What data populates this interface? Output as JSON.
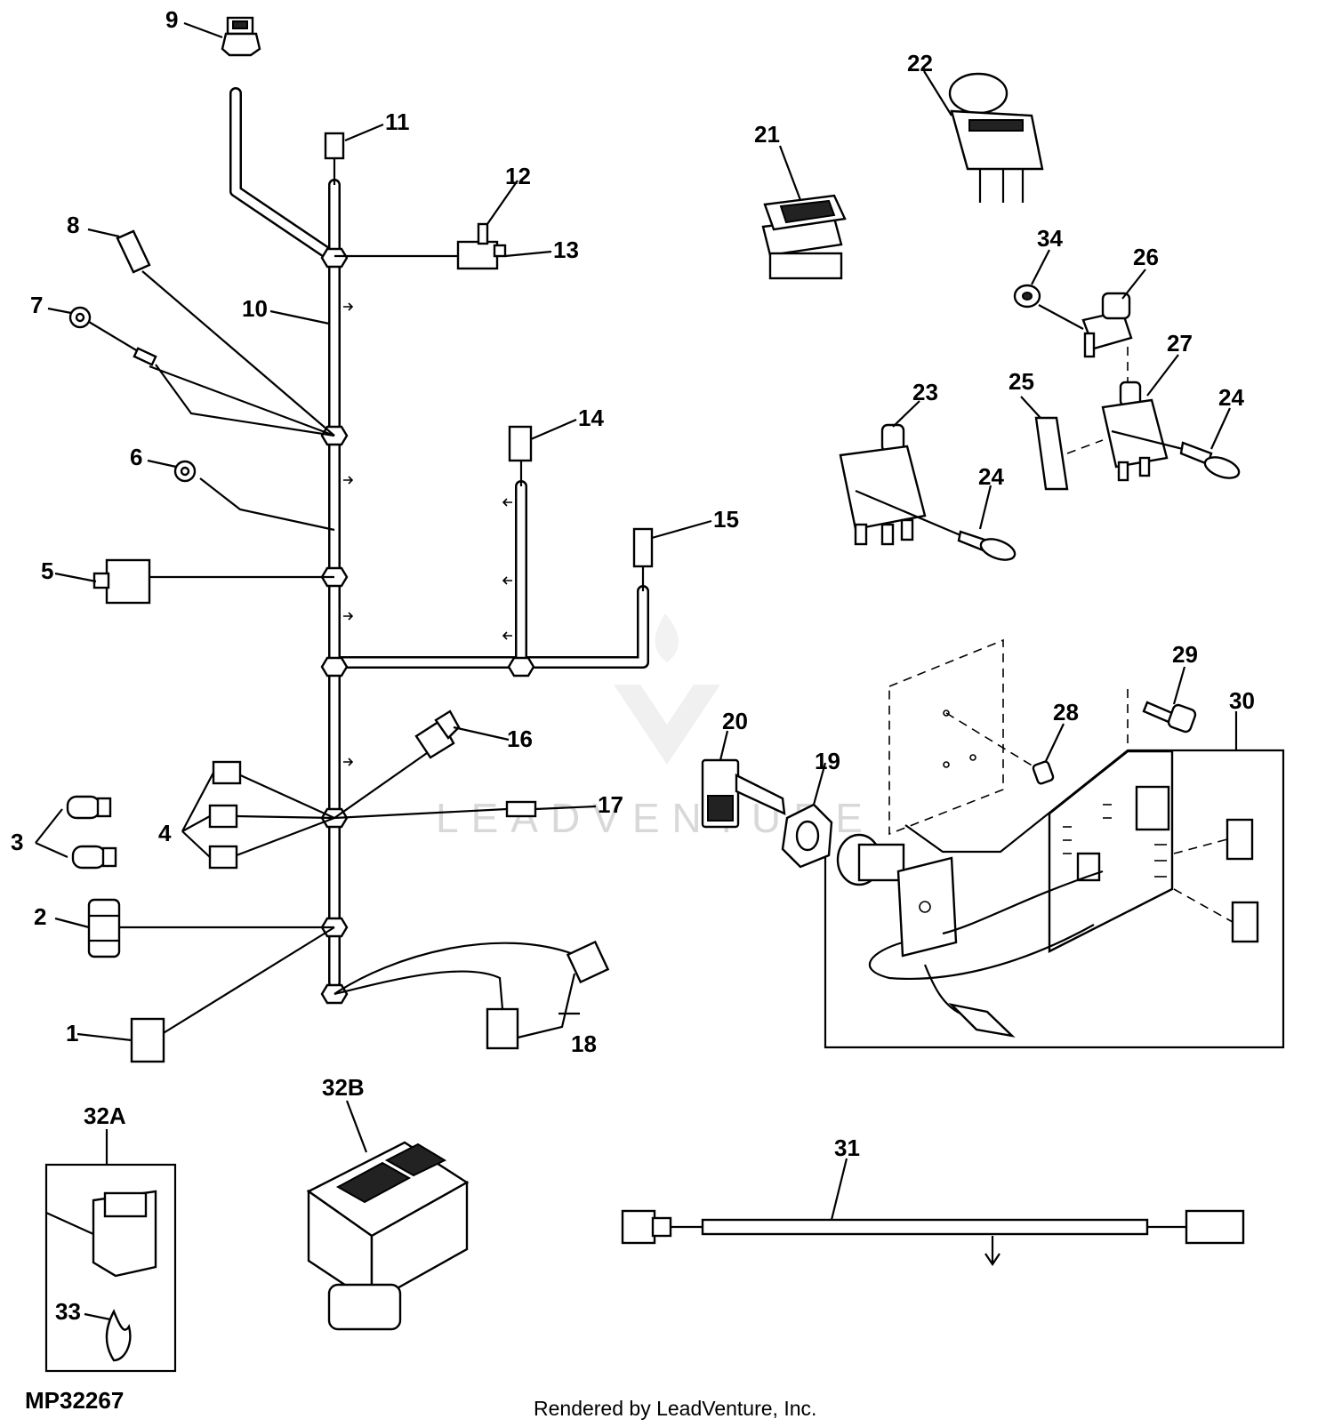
{
  "diagram": {
    "drawing_code": "MP32267",
    "credit": "Rendered by LeadVenture, Inc.",
    "watermark": "LEADVENTURE",
    "callouts": {
      "c1": "1",
      "c2": "2",
      "c3": "3",
      "c4": "4",
      "c5": "5",
      "c6": "6",
      "c7": "7",
      "c8": "8",
      "c9": "9",
      "c10": "10",
      "c11": "11",
      "c12": "12",
      "c13": "13",
      "c14": "14",
      "c15": "15",
      "c16": "16",
      "c17": "17",
      "c18": "18",
      "c19": "19",
      "c20": "20",
      "c21": "21",
      "c22": "22",
      "c23": "23",
      "c24a": "24",
      "c24b": "24",
      "c25": "25",
      "c26": "26",
      "c27": "27",
      "c28": "28",
      "c29": "29",
      "c30": "30",
      "c31": "31",
      "c32a": "32A",
      "c32b": "32B",
      "c33": "33",
      "c34": "34"
    }
  }
}
